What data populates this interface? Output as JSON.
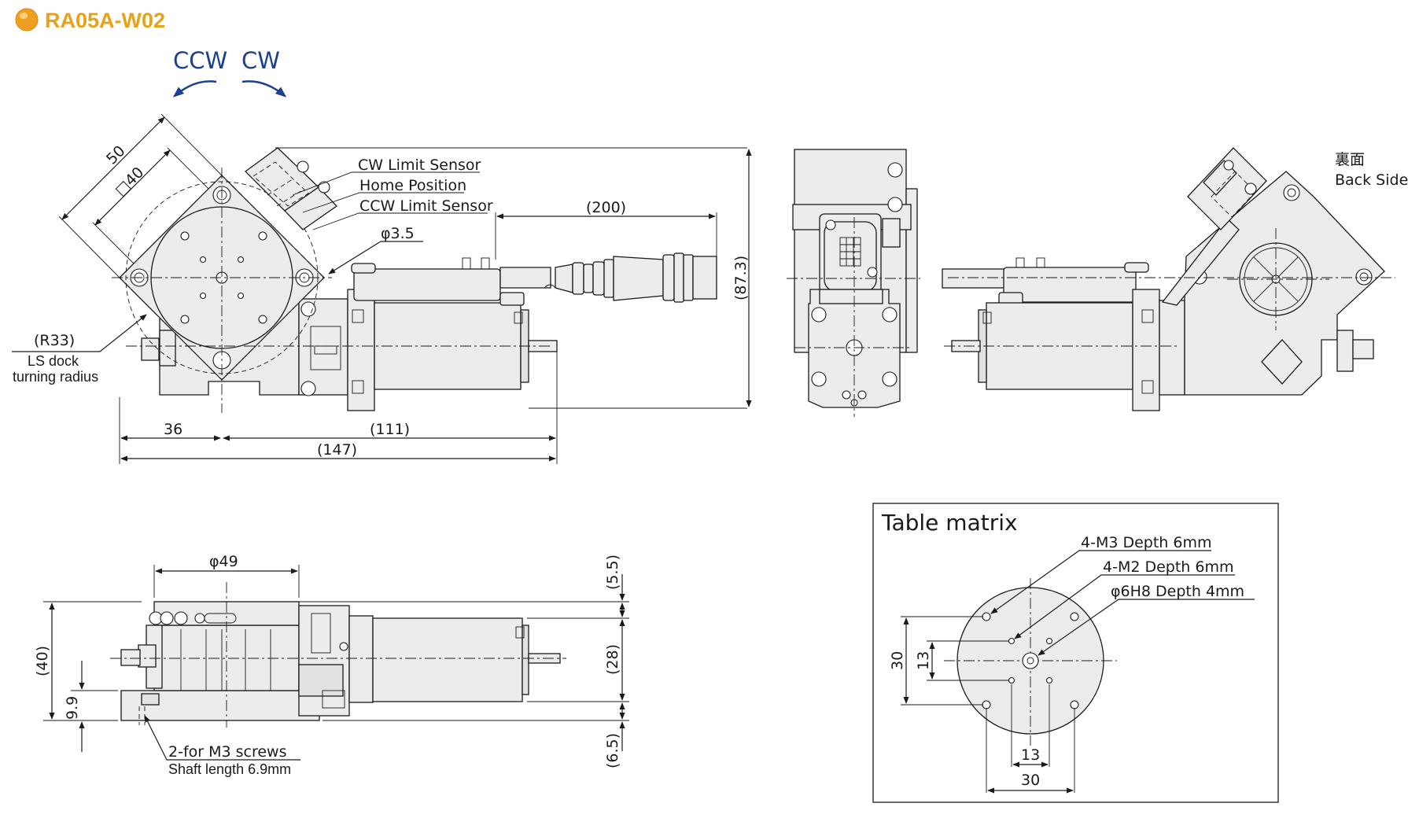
{
  "title": "RA05A-W02",
  "colors": {
    "title": "#e8a21a",
    "bullet": "#f0a020",
    "rotation": "#1d3f8f",
    "line": "#1a1a1a",
    "part_fill": "#ececec"
  },
  "rotation": {
    "ccw": "CCW",
    "cw": "CW"
  },
  "top_view": {
    "dim_50": "50",
    "dim_sq40": "□40",
    "label_cw_limit": "CW Limit Sensor",
    "label_home": "Home Position",
    "label_ccw_limit": "CCW Limit Sensor",
    "dim_phi35": "φ3.5",
    "dim_200": "(200)",
    "dim_873": "(87.3)",
    "dim_r33": "(R33)",
    "label_ls_dock": "LS dock",
    "label_turning": "turning radius",
    "dim_36": "36",
    "dim_111": "(111)",
    "dim_147": "(147)"
  },
  "back_view": {
    "label_jp": "裏面",
    "label_en": "Back Side"
  },
  "front_view": {
    "dim_phi49": "φ49",
    "dim_40": "(40)",
    "dim_99": "9.9",
    "dim_55": "(5.5)",
    "dim_28": "(28)",
    "dim_65": "(6.5)",
    "label_screws": "2-for M3 screws",
    "label_shaft": "Shaft length 6.9mm"
  },
  "table_matrix": {
    "title": "Table matrix",
    "label_m3": "4-M3 Depth 6mm",
    "label_m2": "4-M2 Depth 6mm",
    "label_h8": "φ6H8 Depth 4mm",
    "dim_30v": "30",
    "dim_13v": "13",
    "dim_13h": "13",
    "dim_30h": "30"
  }
}
